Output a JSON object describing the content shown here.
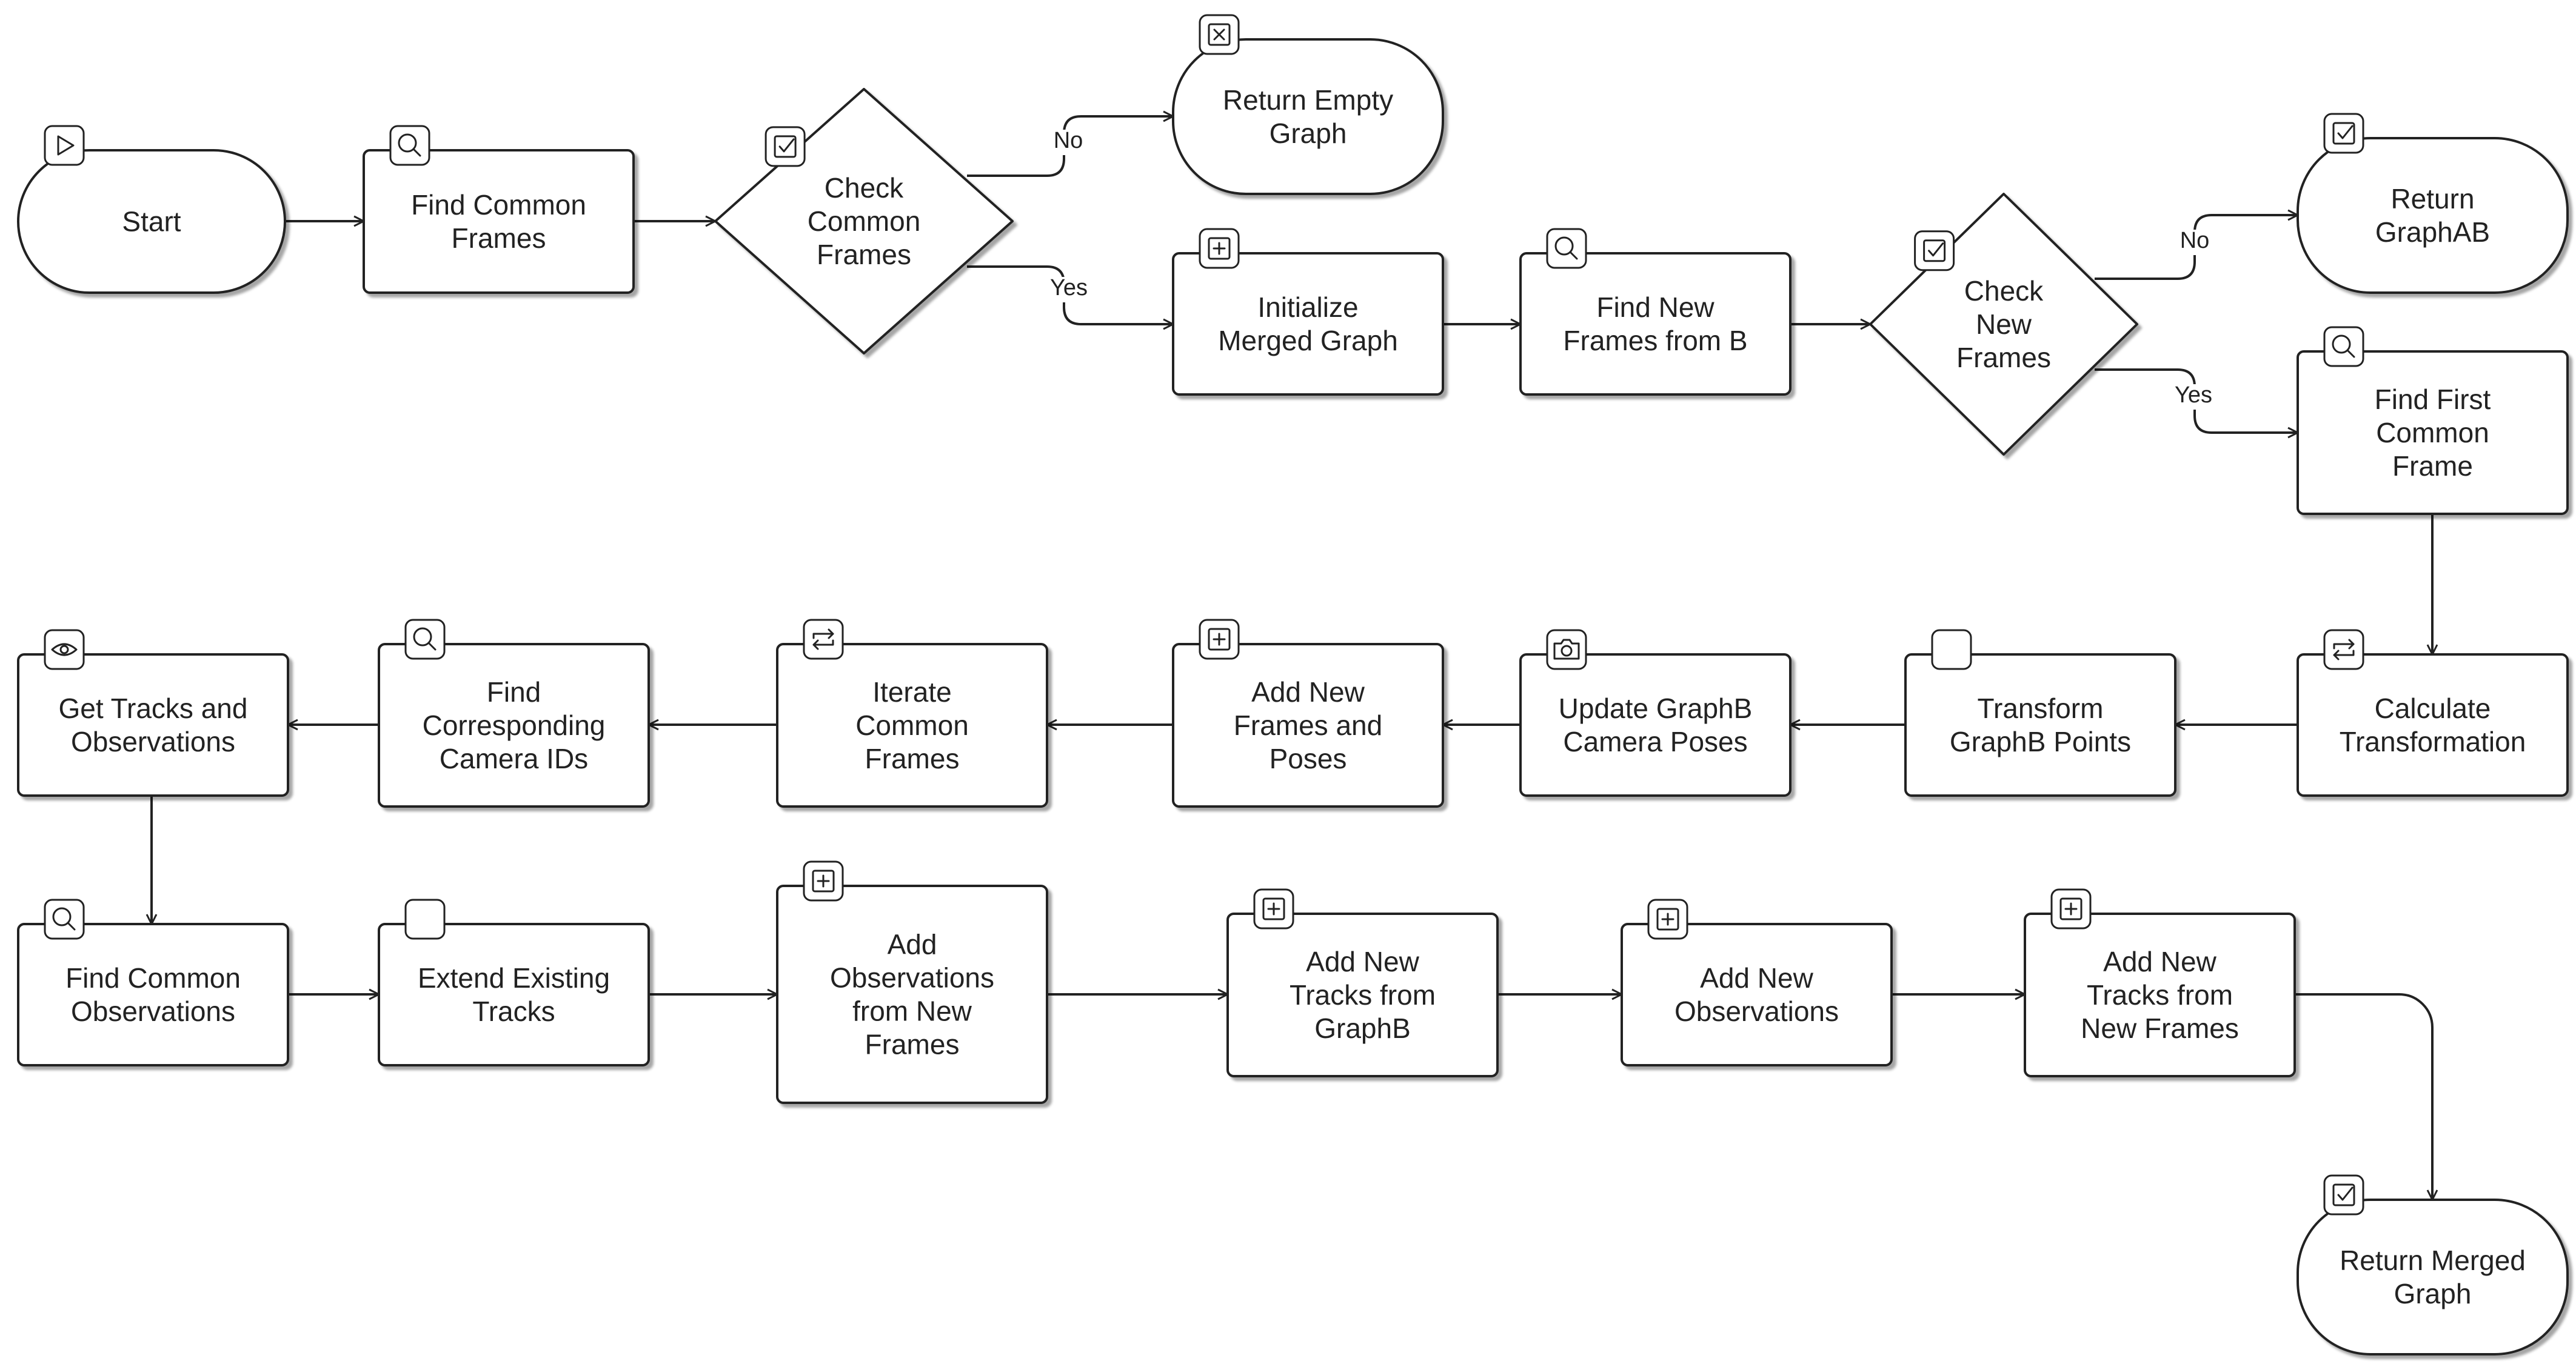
{
  "diagram": {
    "nodes": [
      {
        "id": "start",
        "shape": "terminal",
        "icon": "play-icon",
        "lines": [
          "Start"
        ]
      },
      {
        "id": "find-common-frames",
        "shape": "process",
        "icon": "search-icon",
        "lines": [
          "Find Common",
          "Frames"
        ]
      },
      {
        "id": "check-common-frames",
        "shape": "decision",
        "icon": "check-icon",
        "lines": [
          "Check",
          "Common",
          "Frames"
        ]
      },
      {
        "id": "return-empty-graph",
        "shape": "terminal",
        "icon": "close-icon",
        "lines": [
          "Return Empty",
          "Graph"
        ]
      },
      {
        "id": "initialize-merged-graph",
        "shape": "process",
        "icon": "plus-icon",
        "lines": [
          "Initialize",
          "Merged Graph"
        ]
      },
      {
        "id": "find-new-frames-from-b",
        "shape": "process",
        "icon": "search-icon",
        "lines": [
          "Find New",
          "Frames from B"
        ]
      },
      {
        "id": "check-new-frames",
        "shape": "decision",
        "icon": "check-icon",
        "lines": [
          "Check",
          "New",
          "Frames"
        ]
      },
      {
        "id": "return-graphab",
        "shape": "terminal",
        "icon": "check-icon",
        "lines": [
          "Return",
          "GraphAB"
        ]
      },
      {
        "id": "find-first-common-frame",
        "shape": "process",
        "icon": "search-icon",
        "lines": [
          "Find First",
          "Common",
          "Frame"
        ]
      },
      {
        "id": "calculate-transformation",
        "shape": "process",
        "icon": "repeat-icon",
        "lines": [
          "Calculate",
          "Transformation"
        ]
      },
      {
        "id": "transform-graphb-points",
        "shape": "process",
        "icon": "blank-icon",
        "lines": [
          "Transform",
          "GraphB Points"
        ]
      },
      {
        "id": "update-graphb-camera-poses",
        "shape": "process",
        "icon": "camera-icon",
        "lines": [
          "Update GraphB",
          "Camera Poses"
        ]
      },
      {
        "id": "add-new-frames-and-poses",
        "shape": "process",
        "icon": "plus-icon",
        "lines": [
          "Add New",
          "Frames and",
          "Poses"
        ]
      },
      {
        "id": "iterate-common-frames",
        "shape": "process",
        "icon": "repeat-icon",
        "lines": [
          "Iterate",
          "Common",
          "Frames"
        ]
      },
      {
        "id": "find-corresponding-camera-ids",
        "shape": "process",
        "icon": "search-icon",
        "lines": [
          "Find",
          "Corresponding",
          "Camera IDs"
        ]
      },
      {
        "id": "get-tracks-and-observations",
        "shape": "process",
        "icon": "eye-icon",
        "lines": [
          "Get Tracks and",
          "Observations"
        ]
      },
      {
        "id": "find-common-observations",
        "shape": "process",
        "icon": "search-icon",
        "lines": [
          "Find Common",
          "Observations"
        ]
      },
      {
        "id": "extend-existing-tracks",
        "shape": "process",
        "icon": "blank-icon",
        "lines": [
          "Extend Existing",
          "Tracks"
        ]
      },
      {
        "id": "add-observations-from-new-frames",
        "shape": "process",
        "icon": "plus-icon",
        "lines": [
          "Add",
          "Observations",
          "from New",
          "Frames"
        ]
      },
      {
        "id": "add-new-tracks-from-graphb",
        "shape": "process",
        "icon": "plus-icon",
        "lines": [
          "Add New",
          "Tracks from",
          "GraphB"
        ]
      },
      {
        "id": "add-new-observations",
        "shape": "process",
        "icon": "plus-icon",
        "lines": [
          "Add New",
          "Observations"
        ]
      },
      {
        "id": "add-new-tracks-from-new-frames",
        "shape": "process",
        "icon": "plus-icon",
        "lines": [
          "Add New",
          "Tracks from",
          "New Frames"
        ]
      },
      {
        "id": "return-merged-graph",
        "shape": "terminal",
        "icon": "check-icon",
        "lines": [
          "Return Merged",
          "Graph"
        ]
      }
    ],
    "edges": [
      {
        "from": "start",
        "to": "find-common-frames",
        "label": ""
      },
      {
        "from": "find-common-frames",
        "to": "check-common-frames",
        "label": ""
      },
      {
        "from": "check-common-frames",
        "to": "return-empty-graph",
        "label": "No"
      },
      {
        "from": "check-common-frames",
        "to": "initialize-merged-graph",
        "label": "Yes"
      },
      {
        "from": "initialize-merged-graph",
        "to": "find-new-frames-from-b",
        "label": ""
      },
      {
        "from": "find-new-frames-from-b",
        "to": "check-new-frames",
        "label": ""
      },
      {
        "from": "check-new-frames",
        "to": "return-graphab",
        "label": "No"
      },
      {
        "from": "check-new-frames",
        "to": "find-first-common-frame",
        "label": "Yes"
      },
      {
        "from": "find-first-common-frame",
        "to": "calculate-transformation",
        "label": ""
      },
      {
        "from": "calculate-transformation",
        "to": "transform-graphb-points",
        "label": ""
      },
      {
        "from": "transform-graphb-points",
        "to": "update-graphb-camera-poses",
        "label": ""
      },
      {
        "from": "update-graphb-camera-poses",
        "to": "add-new-frames-and-poses",
        "label": ""
      },
      {
        "from": "add-new-frames-and-poses",
        "to": "iterate-common-frames",
        "label": ""
      },
      {
        "from": "iterate-common-frames",
        "to": "find-corresponding-camera-ids",
        "label": ""
      },
      {
        "from": "find-corresponding-camera-ids",
        "to": "get-tracks-and-observations",
        "label": ""
      },
      {
        "from": "get-tracks-and-observations",
        "to": "find-common-observations",
        "label": ""
      },
      {
        "from": "find-common-observations",
        "to": "extend-existing-tracks",
        "label": ""
      },
      {
        "from": "extend-existing-tracks",
        "to": "add-observations-from-new-frames",
        "label": ""
      },
      {
        "from": "add-observations-from-new-frames",
        "to": "add-new-tracks-from-graphb",
        "label": ""
      },
      {
        "from": "add-new-tracks-from-graphb",
        "to": "add-new-observations",
        "label": ""
      },
      {
        "from": "add-new-observations",
        "to": "add-new-tracks-from-new-frames",
        "label": ""
      },
      {
        "from": "add-new-tracks-from-new-frames",
        "to": "return-merged-graph",
        "label": ""
      }
    ]
  }
}
